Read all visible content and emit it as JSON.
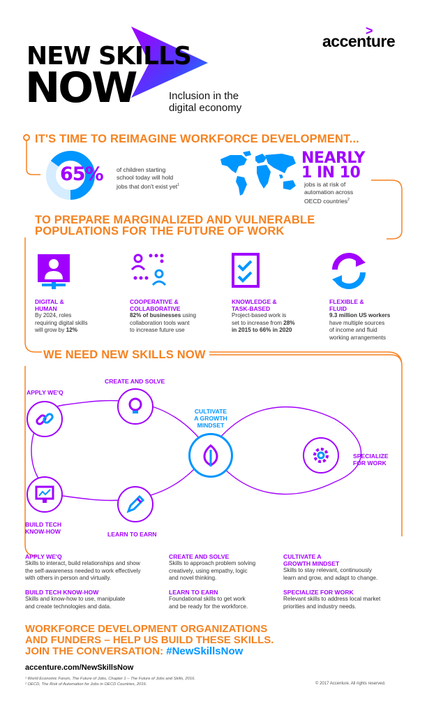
{
  "header": {
    "title_line1": "NEW SKILLS",
    "title_line2": "NOW",
    "subtitle_line1": "Inclusion in the",
    "subtitle_line2": "digital economy",
    "brand": "accenture"
  },
  "intro": {
    "title": "IT'S TIME TO REIMAGINE WORKFORCE DEVELOPMENT...",
    "stat1_value": "65%",
    "stat1_text_l1": "of children starting",
    "stat1_text_l2": "school today will hold",
    "stat1_text_l3": "jobs that don't exist yet",
    "stat1_sup": "1",
    "stat2_value_l1": "NEARLY",
    "stat2_value_l2": "1 IN 10",
    "stat2_text_l1": "jobs is at risk of",
    "stat2_text_l2": "automation across",
    "stat2_text_l3": "OECD countries",
    "stat2_sup": "2",
    "prepare_l1": "TO PREPARE MARGINALIZED AND VULNERABLE",
    "prepare_l2": "POPULATIONS FOR THE FUTURE OF WORK"
  },
  "trends": [
    {
      "icon": "presenter-icon",
      "title_l1": "DIGITAL &",
      "title_l2": "HUMAN",
      "t1": "By 2024, roles",
      "t2": "requiring digital skills",
      "t3a": "will grow by ",
      "t3b": "12%",
      "t4": ""
    },
    {
      "icon": "people-network-icon",
      "title_l1": "COOPERATIVE &",
      "title_l2": "COLLABORATIVE",
      "t1": "82% of businesses",
      "t1b": " using",
      "t2": "collaboration tools want",
      "t3a": "to increase future use",
      "t3b": "",
      "t4": ""
    },
    {
      "icon": "checklist-icon",
      "title_l1": "KNOWLEDGE &",
      "title_l2": "TASK-BASED",
      "t1": "Project-based work is",
      "t2a": "set to increase from ",
      "t2b": "28%",
      "t3a": "in 2015 to 66% in 2020",
      "t3b": "",
      "t4": ""
    },
    {
      "icon": "refresh-arrows-icon",
      "title_l1": "FLEXIBLE &",
      "title_l2": "FLUID",
      "t1": "9.3 million US workers",
      "t2": "have multiple sources",
      "t3a": "of income and fluid",
      "t3b": "",
      "t4": "working arrangements"
    }
  ],
  "skills_title": "WE NEED NEW SKILLS NOW",
  "diagram": {
    "apply": "APPLY WE'Q",
    "create": "CREATE AND SOLVE",
    "cultivate_l1": "CULTIVATE",
    "cultivate_l2": "A GROWTH",
    "cultivate_l3": "MINDSET",
    "specialize_l1": "SPECIALIZE",
    "specialize_l2": "FOR WORK",
    "build_l1": "BUILD TECH",
    "build_l2": "KNOW-HOW",
    "learn": "LEARN TO EARN"
  },
  "descriptions": [
    {
      "title_l1": "APPLY WE'Q",
      "title_l2": "",
      "l1": "Skills to interact, build relationships and show",
      "l2": "the self-awareness needed to work effectively",
      "l3": "with others in person and virtually."
    },
    {
      "title_l1": "CREATE AND SOLVE",
      "title_l2": "",
      "l1": "Skills to approach problem solving",
      "l2": "creatively, using empathy, logic",
      "l3": "and novel thinking."
    },
    {
      "title_l1": "CULTIVATE A",
      "title_l2": "GROWTH MINDSET",
      "l1": "Skills to stay relevant, continuously",
      "l2": "learn and grow, and adapt to change.",
      "l3": ""
    },
    {
      "title_l1": "BUILD TECH KNOW-HOW",
      "title_l2": "",
      "l1": "Skills and know-how to use, manipulate",
      "l2": "and create technologies and data.",
      "l3": ""
    },
    {
      "title_l1": "LEARN TO EARN",
      "title_l2": "",
      "l1": "Foundational skills to get work",
      "l2": "and be ready for the workforce.",
      "l3": ""
    },
    {
      "title_l1": "SPECIALIZE FOR WORK",
      "title_l2": "",
      "l1": "Relevant skills to address local market",
      "l2": "priorities and industry needs.",
      "l3": ""
    }
  ],
  "cta": {
    "l1": "WORKFORCE DEVELOPMENT ORGANIZATIONS",
    "l2": "AND FUNDERS – HELP US BUILD THESE SKILLS.",
    "l3a": "JOIN THE CONVERSATION: ",
    "l3b": "#NewSkillsNow"
  },
  "footer": {
    "url": "accenture.com/NewSkillsNow",
    "fn1": "¹ World Economic Forum, The Future of Jobs, Chapter 1 – The Future of Jobs and Skills, 2016.",
    "fn2": "² OECD, The Risk of Automation for Jobs in OECD Countries, 2016.",
    "copyright": "© 2017 Accenture. All rights reserved."
  },
  "colors": {
    "orange": "#f58220",
    "purple": "#a100ff",
    "blue": "#0096ff"
  }
}
